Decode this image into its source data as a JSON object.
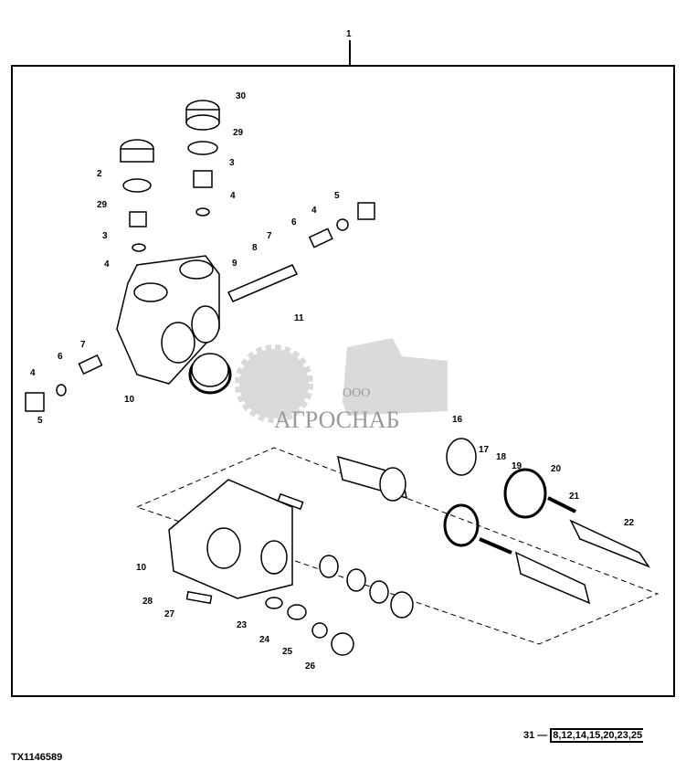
{
  "diagram": {
    "assembly_label": "1",
    "callouts": [
      "30",
      "29",
      "2",
      "3",
      "29",
      "4",
      "5",
      "4",
      "3",
      "6",
      "7",
      "8",
      "4",
      "9",
      "11",
      "7",
      "6",
      "4",
      "10",
      "5",
      "16",
      "17",
      "18",
      "19",
      "20",
      "21",
      "22",
      "10",
      "28",
      "27",
      "23",
      "24",
      "25",
      "26"
    ],
    "watermark": {
      "prefix": "ООО",
      "name": "АГРОСНАБ"
    }
  },
  "footer": {
    "figure_id": "TX1146589",
    "kit_number": "31",
    "kit_items": "8,12,14,15,20,23,25"
  }
}
